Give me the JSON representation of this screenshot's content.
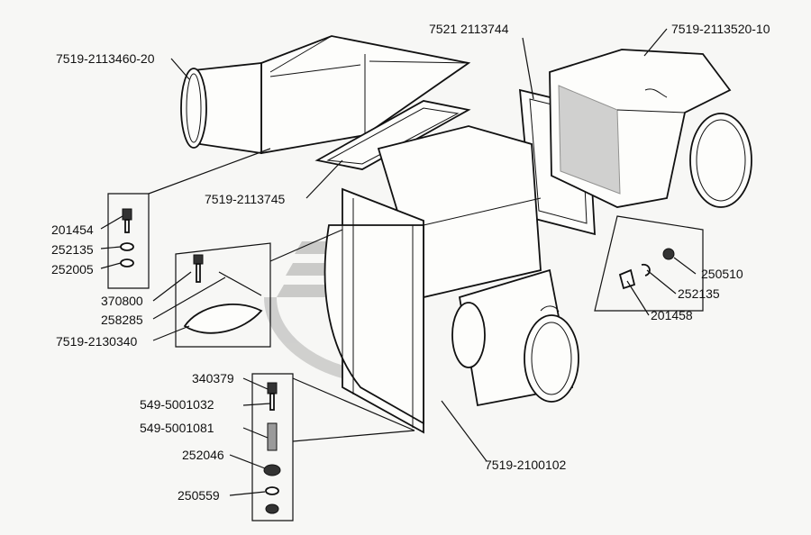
{
  "callouts": {
    "duct_left": "7519-2113460-20",
    "gasket_flange": "7521 2113744",
    "duct_right": "7519-2113520-10",
    "gasket_top": "7519-2113745",
    "bolt_1": "201454",
    "washer_1": "252135",
    "washer_2": "252005",
    "bolt_2": "370800",
    "rod": "258285",
    "cap": "7519-2130340",
    "nut_r": "250510",
    "washer_r": "252135",
    "bolt_r": "201458",
    "bolt_3": "340379",
    "sleeve": "549-5001032",
    "spacer": "549-5001081",
    "cushion": "252046",
    "nut_b": "250559",
    "fan_assy": "7519-2100102"
  }
}
